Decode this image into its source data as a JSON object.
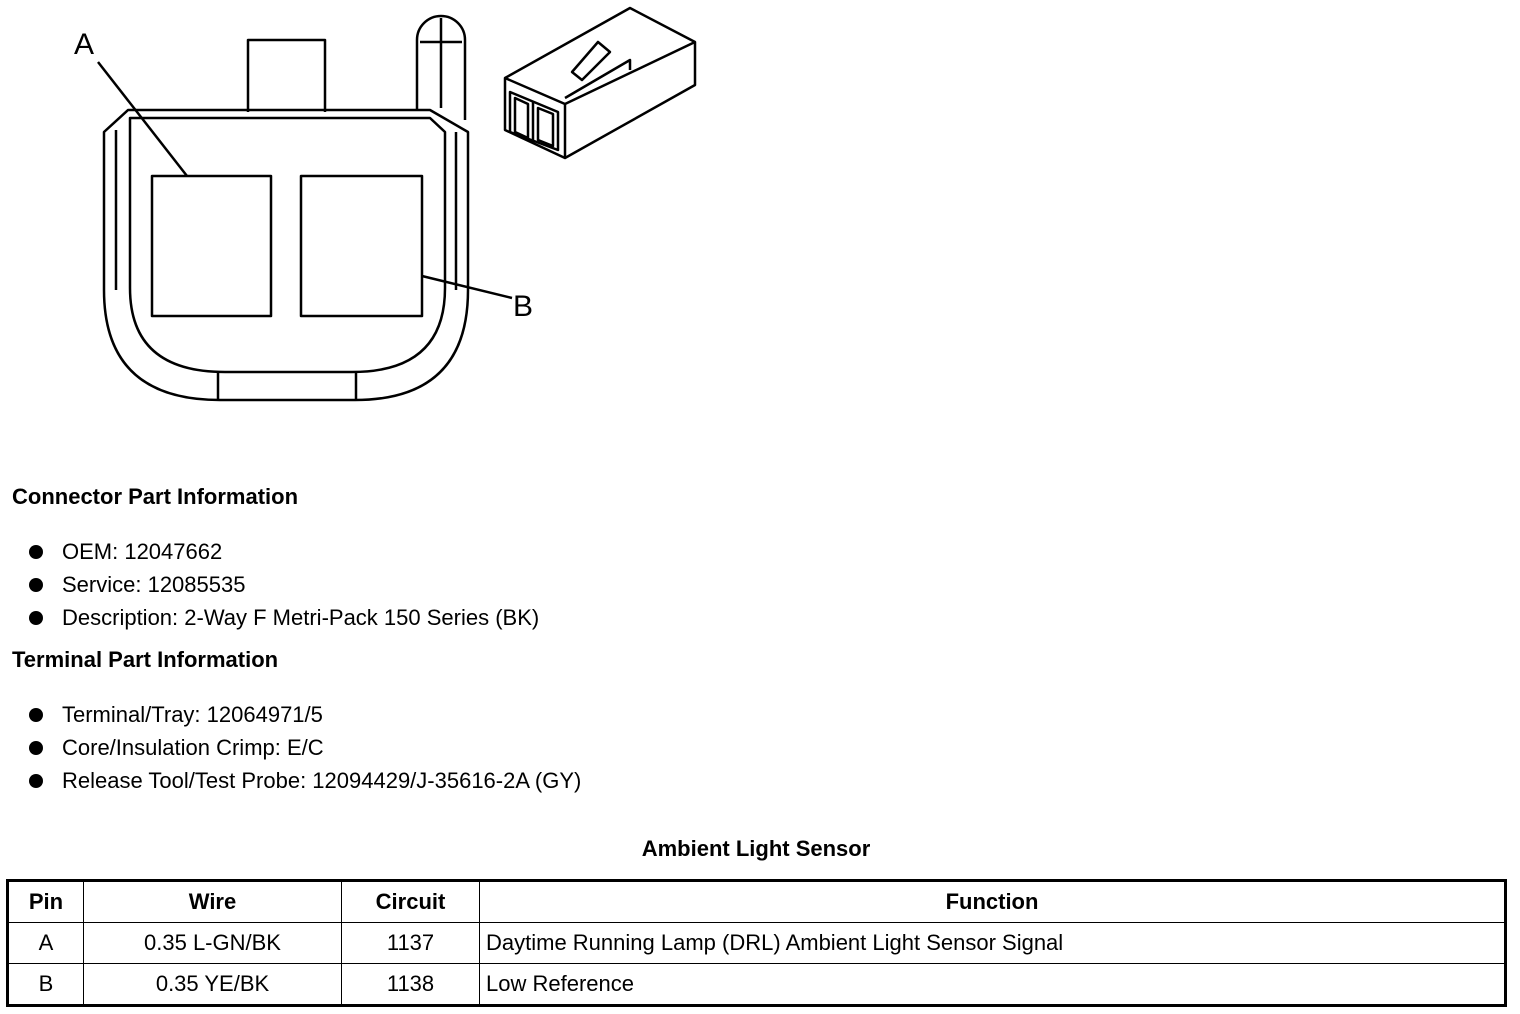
{
  "diagram": {
    "labels": {
      "a": "A",
      "b": "B"
    }
  },
  "connector_info": {
    "heading": "Connector Part Information",
    "items": [
      "OEM: 12047662",
      "Service: 12085535",
      "Description: 2-Way F Metri-Pack 150 Series (BK)"
    ]
  },
  "terminal_info": {
    "heading": "Terminal Part Information",
    "items": [
      "Terminal/Tray: 12064971/5",
      "Core/Insulation Crimp: E/C",
      "Release Tool/Test Probe: 12094429/J-35616-2A (GY)"
    ]
  },
  "table": {
    "title": "Ambient Light Sensor",
    "headers": [
      "Pin",
      "Wire",
      "Circuit",
      "Function"
    ],
    "rows": [
      [
        "A",
        "0.35 L-GN/BK",
        "1137",
        "Daytime Running Lamp (DRL) Ambient Light Sensor Signal"
      ],
      [
        "B",
        "0.35 YE/BK",
        "1138",
        "Low Reference"
      ]
    ]
  }
}
